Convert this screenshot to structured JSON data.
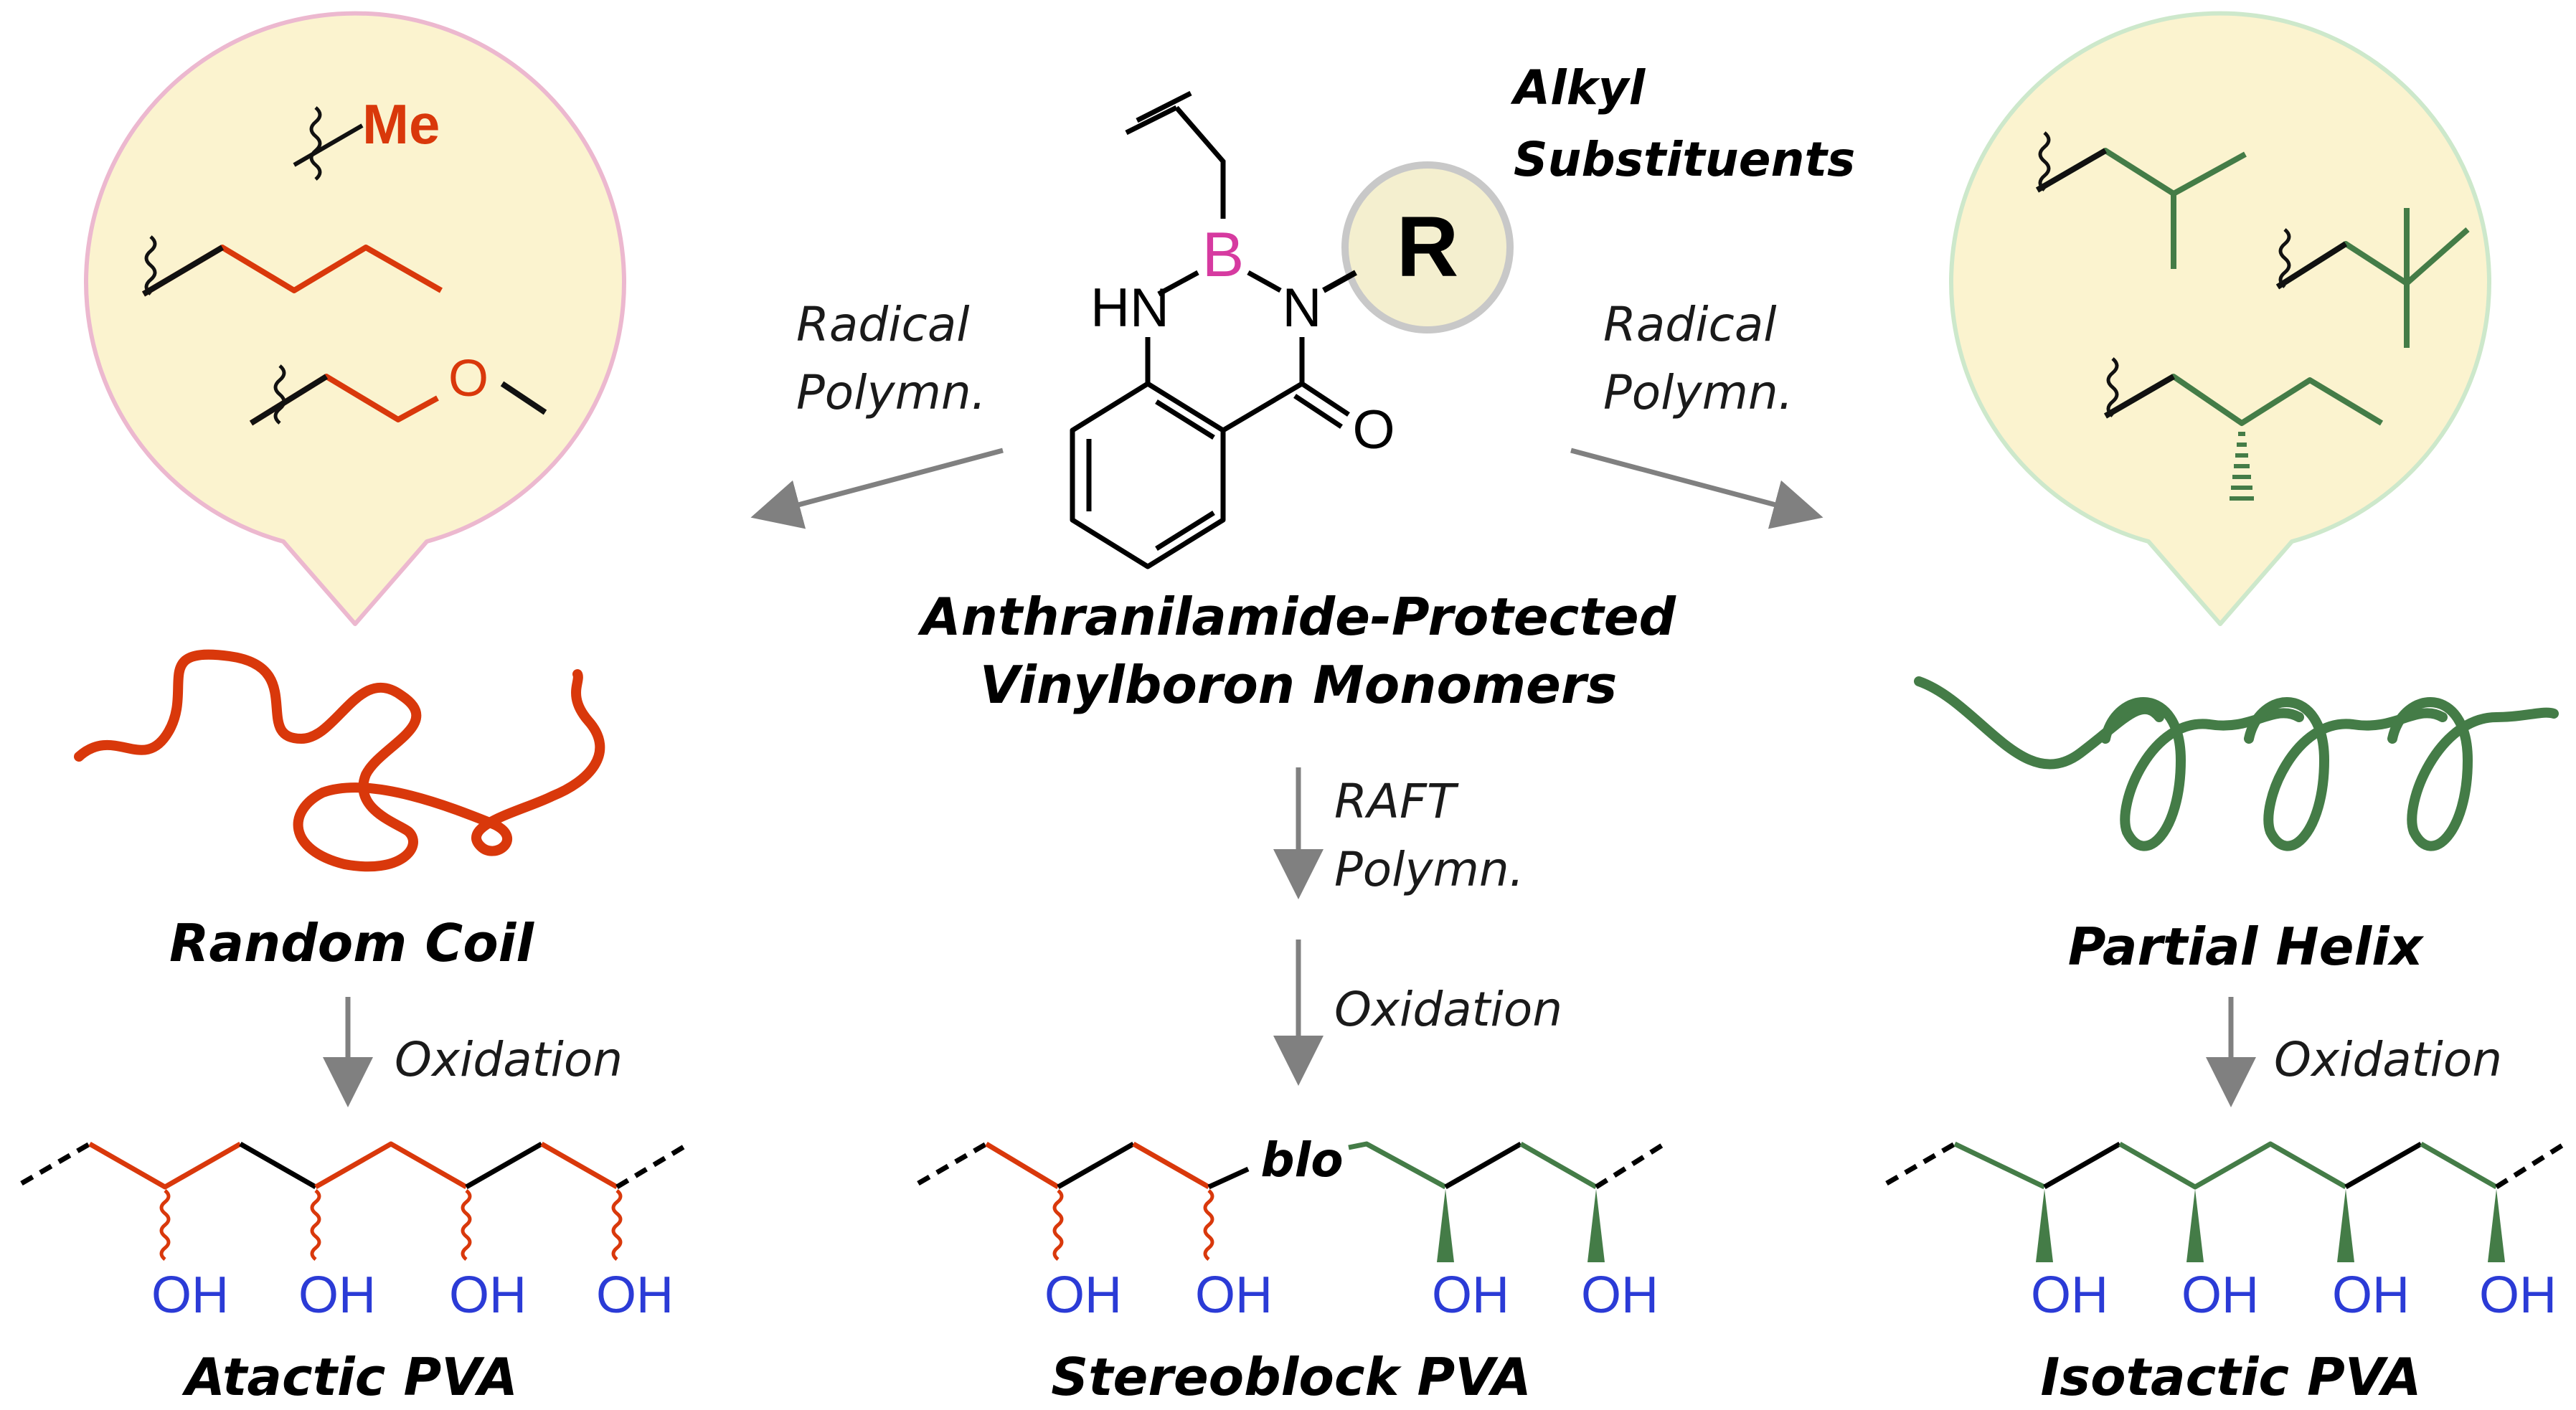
{
  "colors": {
    "red": "#d9380b",
    "green": "#447c47",
    "blue": "#2b3bd6",
    "magenta": "#d63aa0",
    "arrow": "#808080",
    "bubble_fill": "#fbf3cf",
    "pink_border": "#ecb8cf",
    "green_border": "#cde8cb",
    "r_circle_fill": "#f4efcf",
    "r_circle_border": "#c8c8c8"
  },
  "monomer": {
    "r_label": "R",
    "boron": "B",
    "nh": "HN",
    "n": "N",
    "o": "O",
    "substituents_heading": [
      "Alkyl",
      "Substituents"
    ],
    "name": [
      "Anthranilamide-Protected",
      "Vinylboron Monomers"
    ]
  },
  "left_bubble": {
    "me": "Me",
    "o": "O"
  },
  "arrows": {
    "left": [
      "Radical",
      "Polymn."
    ],
    "right": [
      "Radical",
      "Polymn."
    ],
    "raft": [
      "RAFT",
      "Polymn."
    ],
    "oxidation": "Oxidation"
  },
  "left_branch": {
    "conformation": "Random Coil",
    "product": "Atactic PVA",
    "oh": [
      "OH",
      "OH",
      "OH",
      "OH"
    ]
  },
  "center_branch": {
    "product": "Stereoblock PVA",
    "block_label": "blo",
    "oh": [
      "OH",
      "OH",
      "OH",
      "OH"
    ]
  },
  "right_branch": {
    "conformation": "Partial Helix",
    "product": "Isotactic PVA",
    "oh": [
      "OH",
      "OH",
      "OH",
      "OH"
    ]
  }
}
